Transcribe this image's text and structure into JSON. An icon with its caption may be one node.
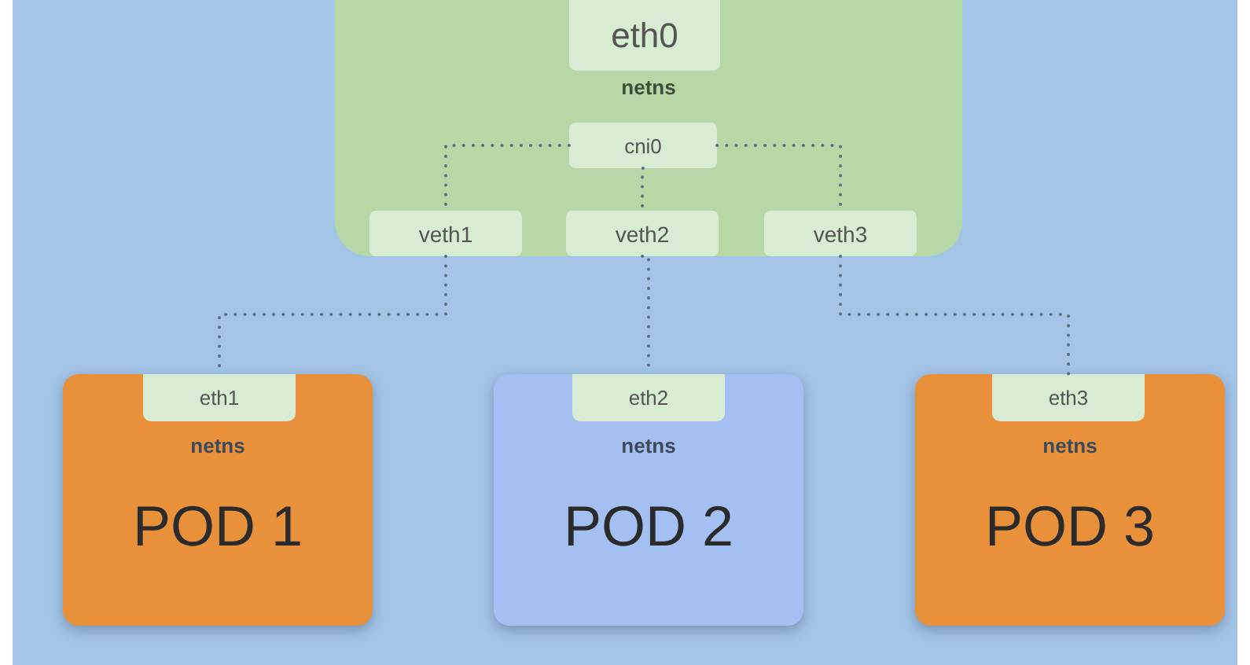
{
  "diagram": {
    "nodes": [
      {
        "text": [
          "netns"
        ]
      },
      {
        "text": [
          "eth0"
        ],
        "in": 0
      },
      {
        "text": [
          "cni0"
        ],
        "in": 0
      },
      {
        "text": [
          "veth1"
        ],
        "in": 0
      },
      {
        "text": [
          "veth2"
        ],
        "in": 0
      },
      {
        "text": [
          "veth3"
        ],
        "in": 0
      },
      {
        "text": [
          "netns",
          "POD 1"
        ]
      },
      {
        "text": [
          "eth1"
        ],
        "in": 6
      },
      {
        "text": [
          "netns",
          "POD 2"
        ]
      },
      {
        "text": [
          "eth2"
        ],
        "in": 8
      },
      {
        "text": [
          "netns",
          "POD 3"
        ]
      },
      {
        "text": [
          "eth3"
        ],
        "in": 10
      }
    ],
    "edges": [
      {
        "from": 2,
        "to": 3,
        "arrow": "none"
      },
      {
        "from": 2,
        "to": 4,
        "arrow": "none"
      },
      {
        "from": 2,
        "to": 5,
        "arrow": "none"
      },
      {
        "from": 3,
        "to": 7,
        "arrow": "none"
      },
      {
        "from": 4,
        "to": 9,
        "arrow": "none"
      },
      {
        "from": 5,
        "to": 11,
        "arrow": "none"
      }
    ]
  }
}
